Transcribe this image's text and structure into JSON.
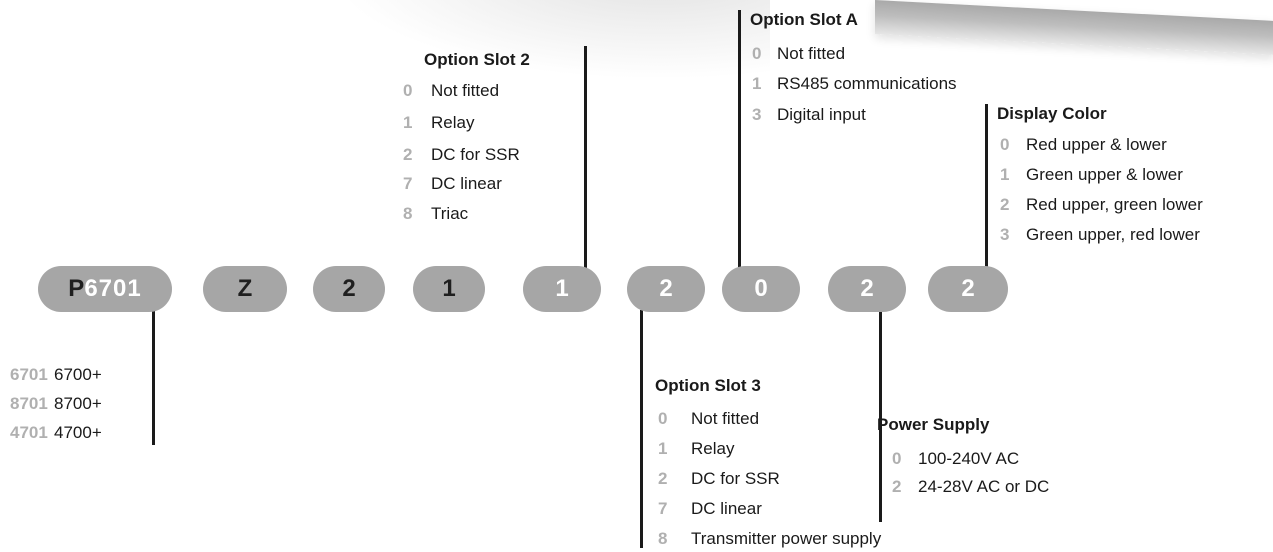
{
  "pills": [
    "Z",
    "2",
    "1",
    "1",
    "2",
    "0",
    "2",
    "2"
  ],
  "model_pill": {
    "letter": "P",
    "number": "6701"
  },
  "model_options": [
    {
      "code": "6701",
      "label": "6700+"
    },
    {
      "code": "8701",
      "label": "8700+"
    },
    {
      "code": "4701",
      "label": "4700+"
    }
  ],
  "option_slot_2": {
    "title": "Option Slot 2",
    "items": [
      {
        "code": "0",
        "label": "Not fitted"
      },
      {
        "code": "1",
        "label": "Relay"
      },
      {
        "code": "2",
        "label": "DC for SSR"
      },
      {
        "code": "7",
        "label": "DC linear"
      },
      {
        "code": "8",
        "label": "Triac"
      }
    ]
  },
  "option_slot_a": {
    "title": "Option Slot A",
    "items": [
      {
        "code": "0",
        "label": "Not fitted"
      },
      {
        "code": "1",
        "label": "RS485 communications"
      },
      {
        "code": "3",
        "label": "Digital input"
      }
    ]
  },
  "display_color": {
    "title": "Display Color",
    "items": [
      {
        "code": "0",
        "label": "Red upper & lower"
      },
      {
        "code": "1",
        "label": "Green upper & lower"
      },
      {
        "code": "2",
        "label": "Red upper, green lower"
      },
      {
        "code": "3",
        "label": "Green upper, red lower"
      }
    ]
  },
  "option_slot_3": {
    "title": "Option Slot 3",
    "items": [
      {
        "code": "0",
        "label": "Not fitted"
      },
      {
        "code": "1",
        "label": "Relay"
      },
      {
        "code": "2",
        "label": "DC for SSR"
      },
      {
        "code": "7",
        "label": "DC linear"
      },
      {
        "code": "8",
        "label": "Transmitter power supply"
      }
    ]
  },
  "power_supply": {
    "title": "Power Supply",
    "items": [
      {
        "code": "0",
        "label": "100-240V AC"
      },
      {
        "code": "2",
        "label": "24-28V AC or DC"
      }
    ]
  }
}
